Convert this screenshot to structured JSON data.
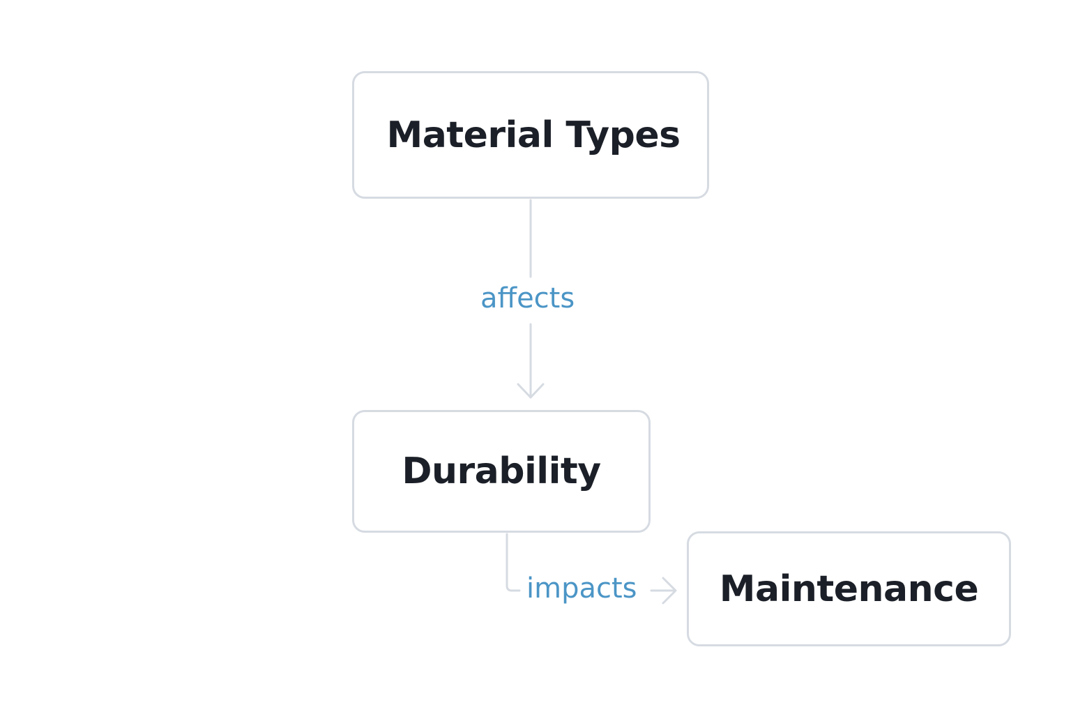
{
  "diagram": {
    "nodes": {
      "material_types": "Material Types",
      "durability": "Durability",
      "maintenance": "Maintenance"
    },
    "edges": {
      "affects": "affects",
      "impacts": "impacts"
    }
  },
  "colors": {
    "node_border": "#d6dbe2",
    "node_text": "#1b1f27",
    "edge_label": "#4b95c6",
    "connector": "#d6dbe2"
  }
}
